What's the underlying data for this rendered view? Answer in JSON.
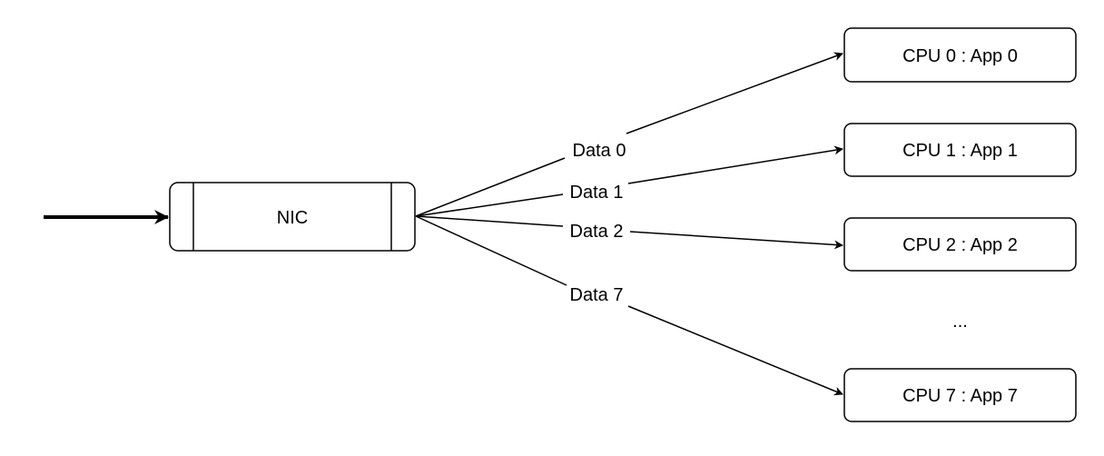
{
  "diagram": {
    "nic": {
      "label": "NIC"
    },
    "cpus": [
      {
        "label": "CPU 0 : App 0"
      },
      {
        "label": "CPU 1 : App 1"
      },
      {
        "label": "CPU 2 : App 2"
      },
      {
        "label": "CPU 7 : App 7"
      }
    ],
    "ellipsis": "...",
    "edges": [
      {
        "label": "Data 0",
        "to": "CPU 0 : App 0"
      },
      {
        "label": "Data 1",
        "to": "CPU 1 : App 1"
      },
      {
        "label": "Data 2",
        "to": "CPU 2 : App 2"
      },
      {
        "label": "Data 7",
        "to": "CPU 7 : App 7"
      }
    ],
    "colors": {
      "stroke": "#000000",
      "fill": "#ffffff",
      "text": "#000000"
    }
  }
}
